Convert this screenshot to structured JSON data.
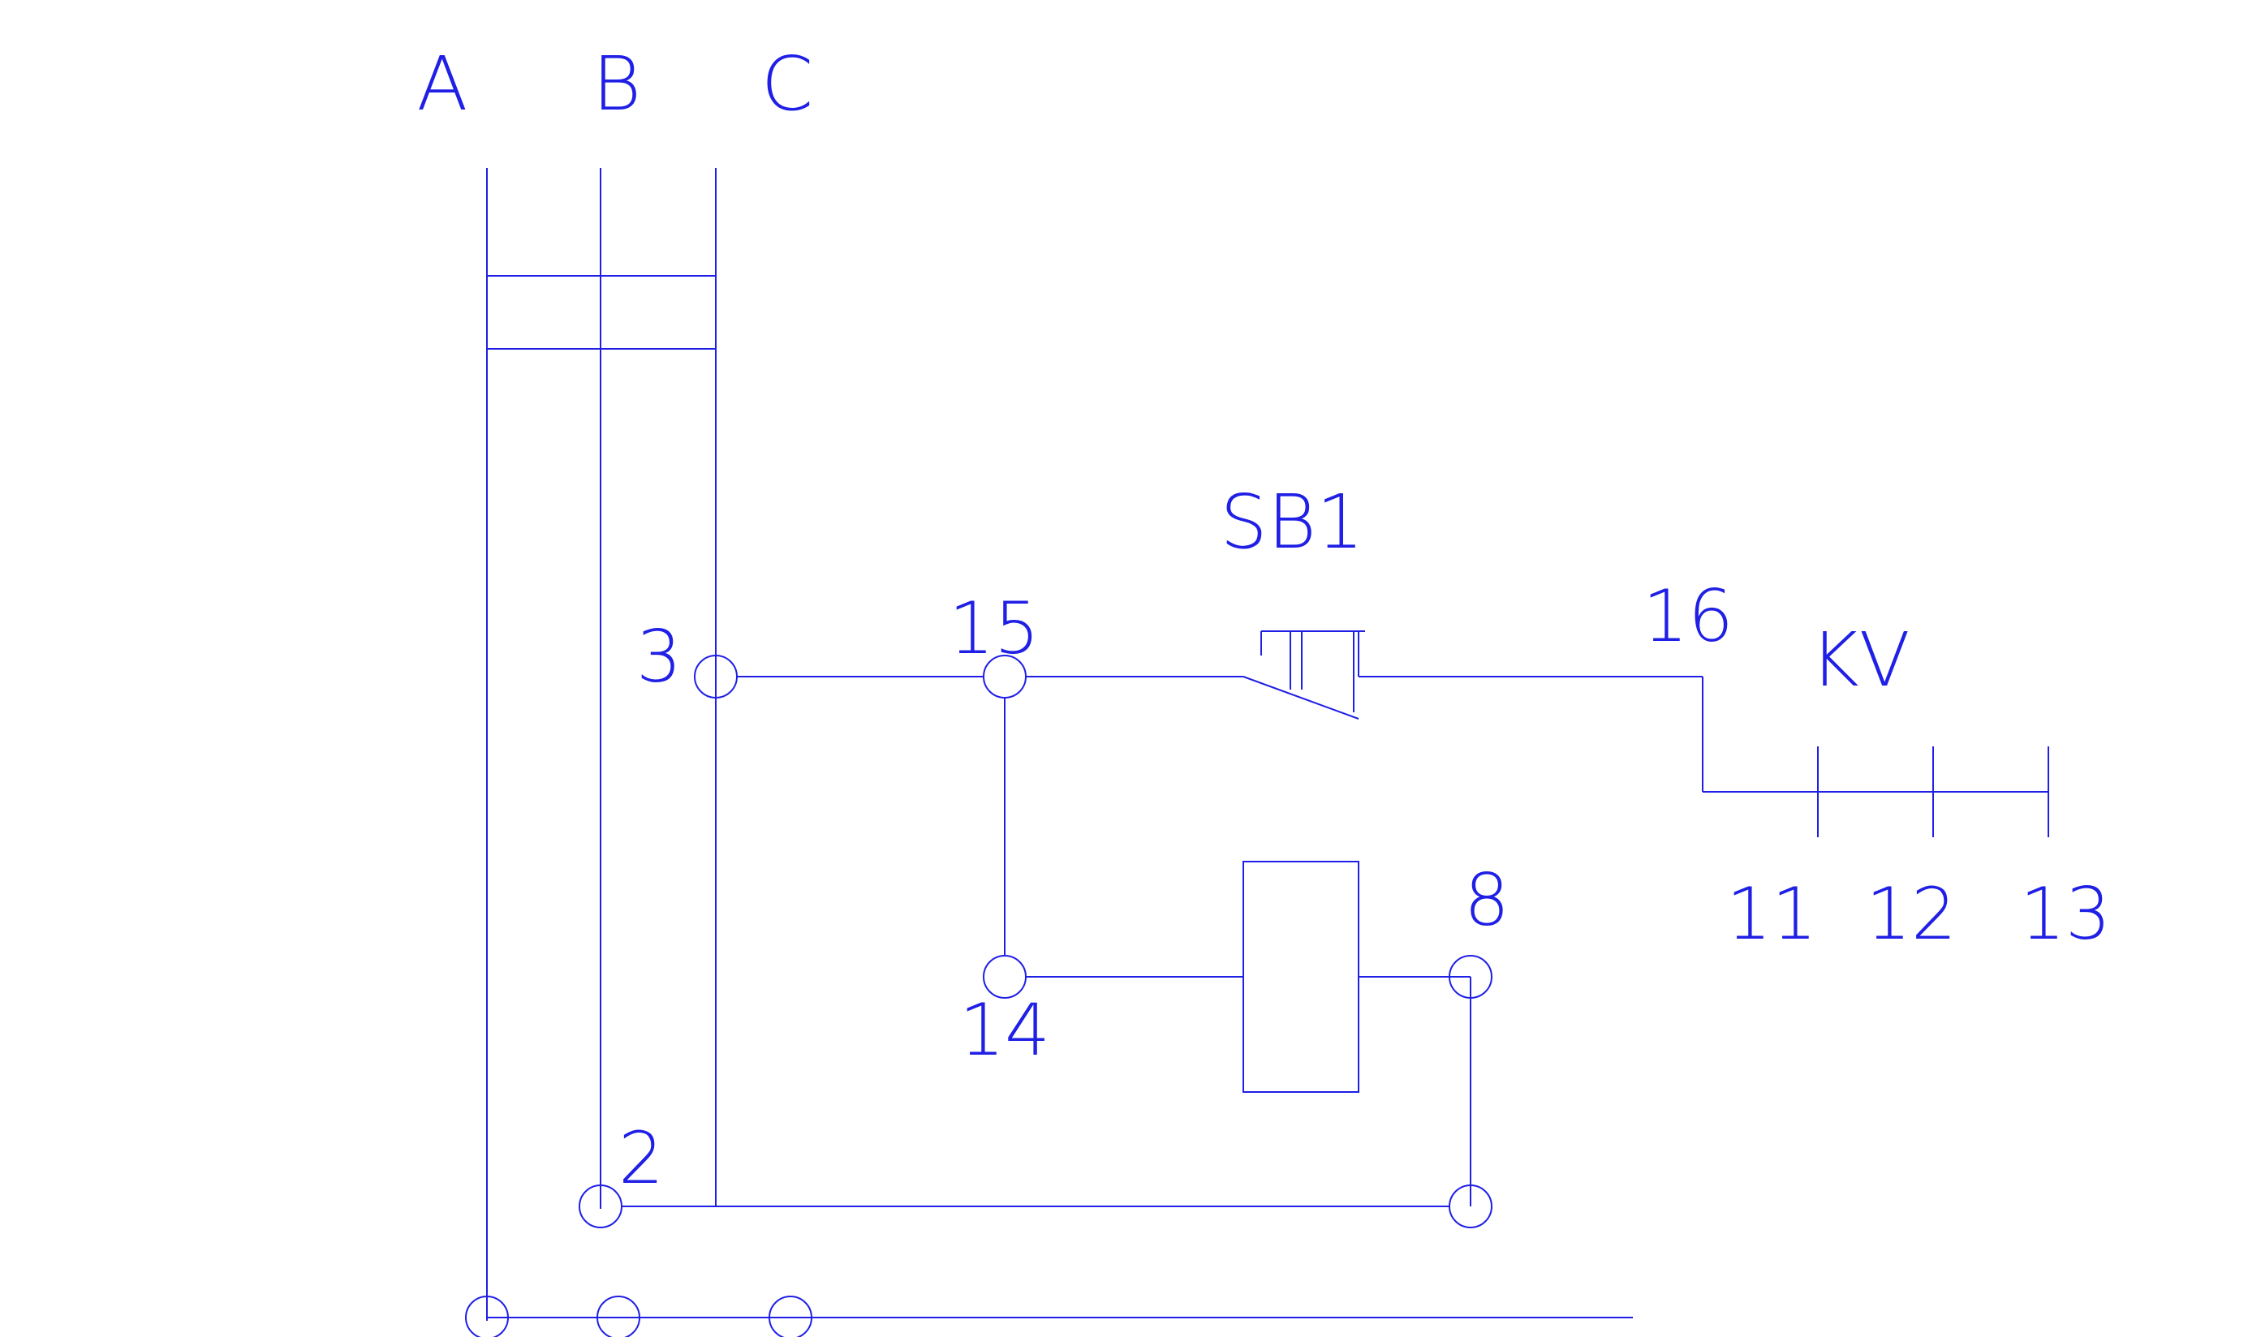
{
  "diagram": {
    "stroke_color": "#1f1fe6",
    "background": "#ffffff",
    "phase_labels": [
      "A",
      "B",
      "C"
    ],
    "component_labels": {
      "switch": "SB1",
      "relay": "KV"
    },
    "terminal_labels": {
      "t3": "3",
      "t15": "15",
      "t16": "16",
      "t14": "14",
      "t8": "8",
      "t2": "2",
      "t11": "11",
      "t12": "12",
      "t13": "13"
    }
  }
}
